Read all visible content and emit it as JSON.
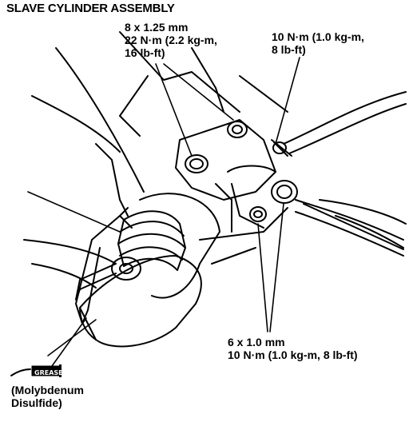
{
  "title": "SLAVE CYLINDER ASSEMBLY",
  "callouts": {
    "bolt_8": {
      "lines": [
        "8 x 1.25 mm",
        "22 N·m (2.2 kg-m,",
        "16 lb-ft)"
      ]
    },
    "nut_10": {
      "lines": [
        "10 N·m (1.0 kg-m,",
        "8 lb-ft)"
      ]
    },
    "bolt_6": {
      "lines": [
        "6 x 1.0 mm",
        "10 N·m (1.0 kg-m, 8 lb-ft)"
      ]
    },
    "grease": {
      "lines": [
        "(Molybdenum",
        "Disulfide)"
      ],
      "badge": "GREASE"
    }
  }
}
